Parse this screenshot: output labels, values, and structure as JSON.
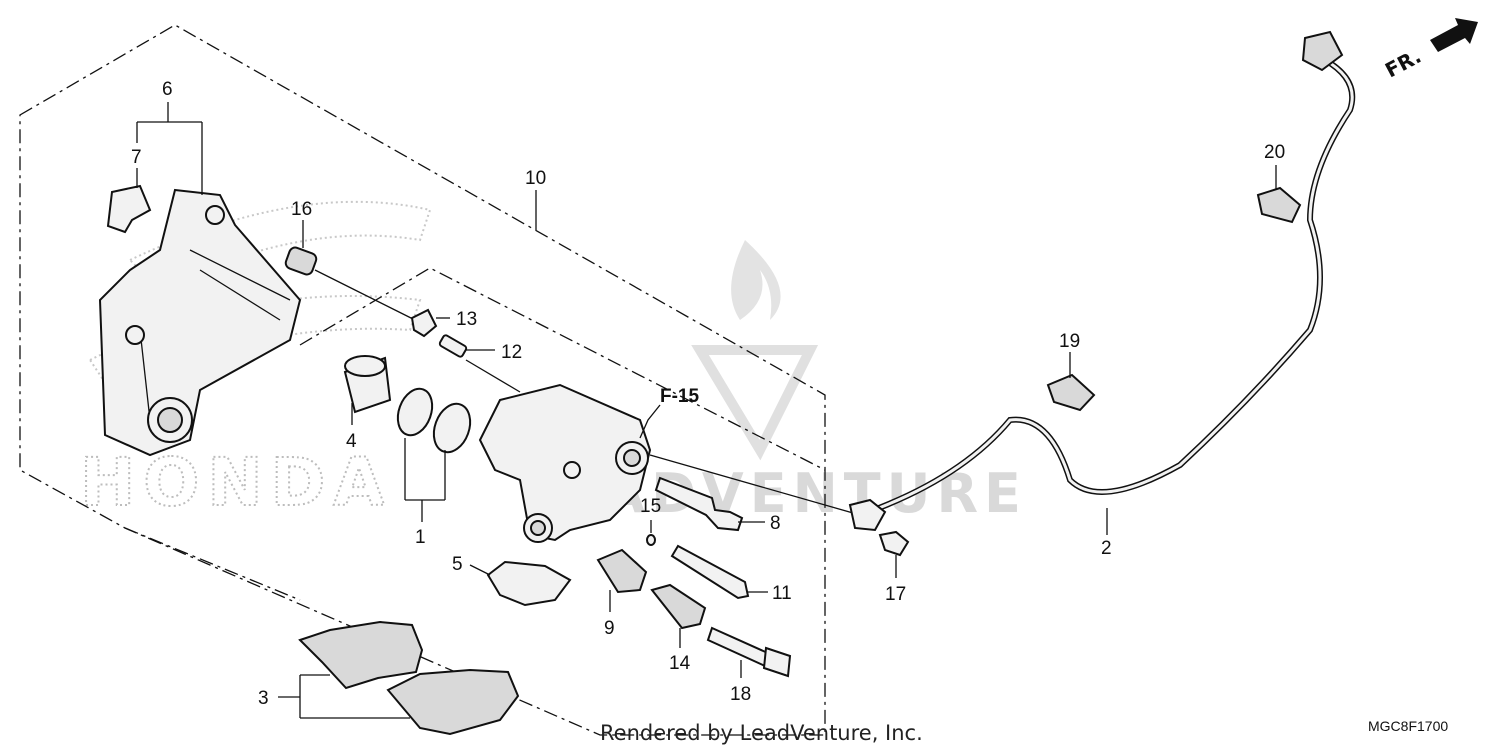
{
  "diagram": {
    "callouts": [
      {
        "id": "c1",
        "text": "1"
      },
      {
        "id": "c2",
        "text": "2"
      },
      {
        "id": "c3",
        "text": "3"
      },
      {
        "id": "c4",
        "text": "4"
      },
      {
        "id": "c5",
        "text": "5"
      },
      {
        "id": "c6",
        "text": "6"
      },
      {
        "id": "c7",
        "text": "7"
      },
      {
        "id": "c8",
        "text": "8"
      },
      {
        "id": "c9",
        "text": "9"
      },
      {
        "id": "c10",
        "text": "10"
      },
      {
        "id": "c11",
        "text": "11"
      },
      {
        "id": "c12",
        "text": "12"
      },
      {
        "id": "c13",
        "text": "13"
      },
      {
        "id": "c14",
        "text": "14"
      },
      {
        "id": "c15",
        "text": "15"
      },
      {
        "id": "c16",
        "text": "16"
      },
      {
        "id": "c17",
        "text": "17"
      },
      {
        "id": "c18",
        "text": "18"
      },
      {
        "id": "c19",
        "text": "19"
      },
      {
        "id": "c20",
        "text": "20"
      }
    ],
    "reference": "F-15",
    "direction_label": "FR.",
    "diagram_code": "MGC8F1700",
    "credit": "Rendered by LeadVenture, Inc.",
    "watermark": "LEADVENTURE",
    "background_logo": "HONDA"
  }
}
